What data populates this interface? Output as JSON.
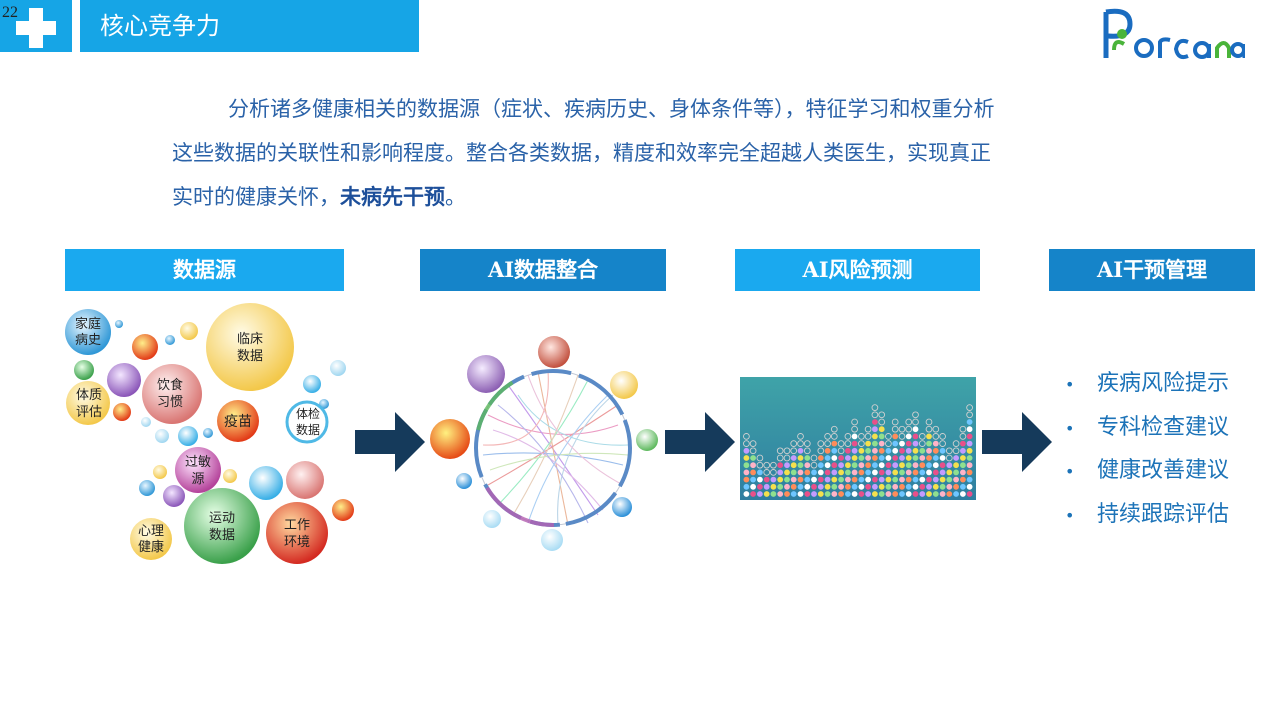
{
  "page_number": "22",
  "header": {
    "title": "核心竞争力",
    "logo_text": "Porcana"
  },
  "intro": {
    "line1": "分析诸多健康相关的数据源（症状、疾病历史、身体条件等），特征学习和权重分析",
    "line2": "这些数据的关联性和影响程度。整合各类数据，精度和效率完全超越人类医生，实现真正",
    "line3_prefix": "实时的健康关怀，",
    "line3_emphasis": "未病先干预",
    "line3_suffix": "。"
  },
  "flow": {
    "step1": "数据源",
    "step2": "AI数据整合",
    "step3": "AI风险预测",
    "step4": "AI干预管理"
  },
  "data_sources": {
    "family_history": [
      "家庭",
      "病史"
    ],
    "clinical_data": [
      "临床",
      "数据"
    ],
    "diet_habits": [
      "饮食",
      "习惯"
    ],
    "physique_assessment": [
      "体质",
      "评估"
    ],
    "vaccine": "疫苗",
    "checkup_data": [
      "体检",
      "数据"
    ],
    "allergy_source": [
      "过敏",
      "源"
    ],
    "mental_health": [
      "心理",
      "健康"
    ],
    "exercise_data": [
      "运动",
      "数据"
    ],
    "work_environment": [
      "工作",
      "环境"
    ]
  },
  "interventions": [
    "疾病风险提示",
    "专科检查建议",
    "健康改善建议",
    "持续跟踪评估"
  ],
  "colors": {
    "header_blue": "#16a5e6",
    "dark_blue": "#1584c9",
    "arrow_navy": "#153a5b",
    "text_blue": "#2a62a8"
  }
}
